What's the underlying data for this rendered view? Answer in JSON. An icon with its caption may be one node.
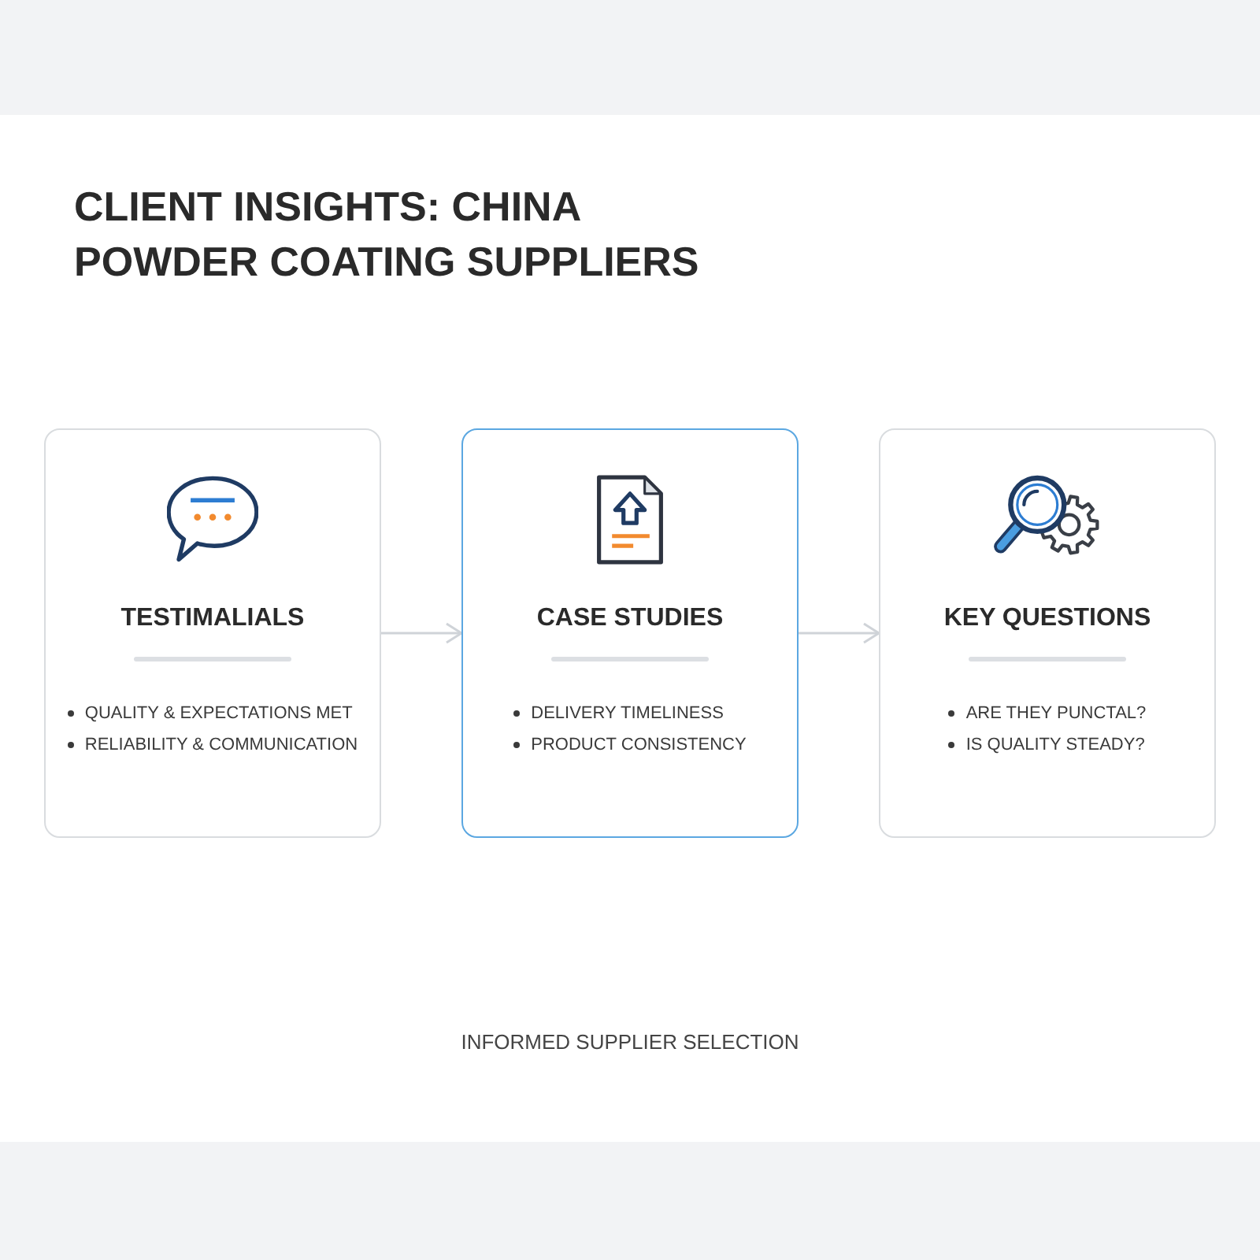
{
  "diagram": {
    "title": "CLIENT INSIGHTS: CHINA POWDER COATING SUPPLIERS",
    "nodes": [
      {
        "text": [
          "TESTIMALIALS",
          "QUALITY & EXPECTATIONS MET",
          "RELIABILITY & COMMUNICATION"
        ]
      },
      {
        "text": [
          "CASE STUDIES",
          "DELIVERY TIMELINESS",
          "PRODUCT CONSISTENCY"
        ]
      },
      {
        "text": [
          "KEY QUESTIONS",
          "ARE THEY PUNCTAL?",
          "IS QUALITY STEADY?"
        ]
      }
    ],
    "edges": [
      {
        "from": 0,
        "to": 1,
        "arrow": "to"
      },
      {
        "from": 1,
        "to": 2,
        "arrow": "to"
      }
    ],
    "labels": [
      "INFORMED SUPPLIER SELECTION"
    ]
  }
}
